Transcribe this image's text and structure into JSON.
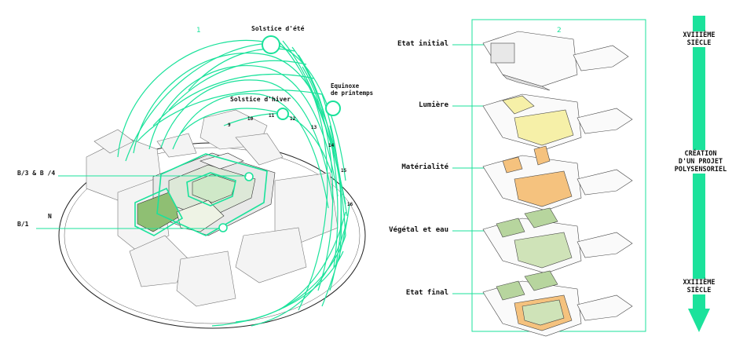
{
  "figure1": {
    "number": "1",
    "sun_labels": {
      "summer": "Solstice d'été",
      "winter": "Solstice d'hiver",
      "equinox": "Equinoxe\nde printemps"
    },
    "hours": [
      "9",
      "10",
      "11",
      "12",
      "13",
      "14",
      "15",
      "16"
    ],
    "north": "N",
    "levels": [
      "B/3 & B /4",
      "B/1"
    ]
  },
  "figure2": {
    "number": "2",
    "steps": [
      "Etat initial",
      "Lumière",
      "Matérialité",
      "Végétal et eau",
      "Etat final"
    ]
  },
  "timeline": {
    "start": "XVIIIÈME\nSIÈCLE",
    "middle": "CRÉATION\nD'UN PROJET\nPOLYSENSORIEL",
    "end": "XXIIIÈME\nSIÈCLE"
  },
  "colors": {
    "accent": "#1be29b",
    "light_yellow": "#f6f0a8",
    "orange": "#f5c27e",
    "green": "#b7d59e"
  }
}
